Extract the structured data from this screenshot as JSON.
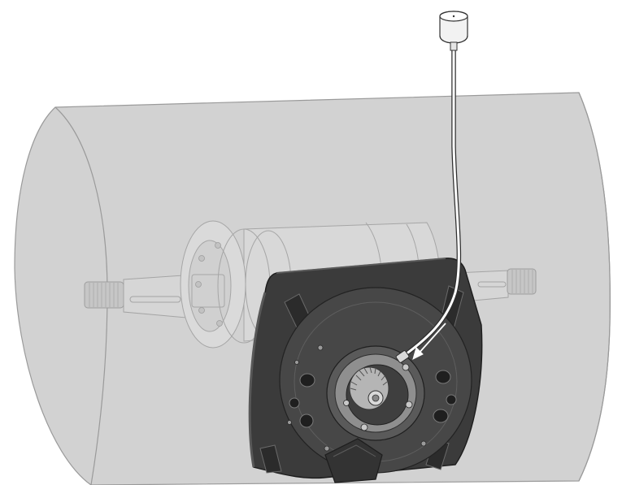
{
  "diagram": {
    "background": "#ffffff",
    "colors": {
      "cylinder_fill": "#cfcfcf",
      "cylinder_stroke": "#9a9a9a",
      "ghost_fill": "#d9d9d9",
      "ghost_stroke": "#a9a9a9",
      "flange_fill": "#3b3b3b",
      "flange_stroke": "#1f1f1f",
      "detail_fill": "#7a7a7a",
      "detail_light": "#bdbdbd",
      "tube_fill": "#ffffff",
      "arrow": "#ffffff"
    },
    "components": [
      "drum-cylinder",
      "shaft-left",
      "shaft-right",
      "hub-housing",
      "mounting-flange",
      "gear-hub",
      "lubrication-tube",
      "grease-cup",
      "direction-arrow"
    ]
  }
}
